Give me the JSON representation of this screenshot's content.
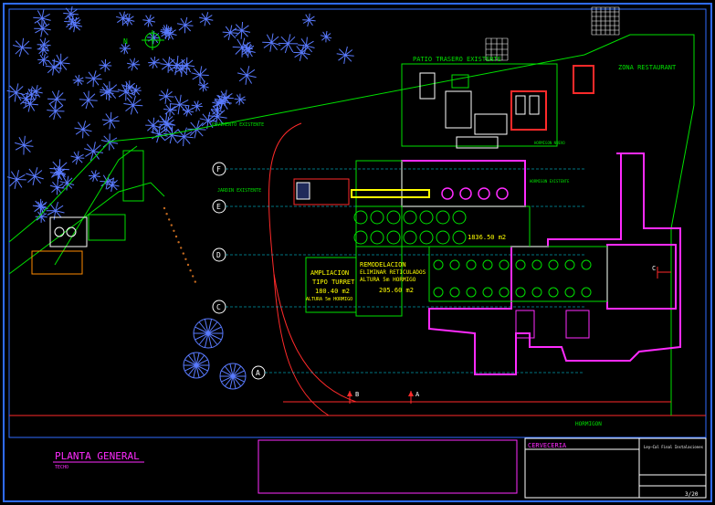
{
  "drawing": {
    "title": "PLANTA GENERAL",
    "title_sub": "TECHO",
    "compass_label": "N"
  },
  "zones": {
    "patio": "PATIO TRASERO EXISTENTE",
    "restaurant": "ZONA RESTAURANT",
    "pavimento": "PAVIMENTO EXISTENTE",
    "jardin": "JARDIN EXISTENTE",
    "hormigon": "HORMIGON",
    "hormigon_nuevo": "HORMIGON NUEVO",
    "hormigon_existente": "HORMIGON EXISTENTE"
  },
  "ampliacion": {
    "line1": "AMPLIACION",
    "line2": "TIPO TURRET",
    "area": "180.40 m2",
    "height": "ALTURA 5m HORMIGO"
  },
  "remodelacion": {
    "line1": "REMODELACION",
    "line2": "ELIMINAR RETICULADOS",
    "line3": "ALTURA 5m HORMIGO",
    "area": "205.60 m2"
  },
  "area_total": "1836.50 m2",
  "grid_axes": [
    "F",
    "E",
    "D",
    "C",
    "A"
  ],
  "section_markers": [
    "B",
    "A",
    "C"
  ],
  "title_block": {
    "company": "CERVECERIA",
    "project": "Ley—Cal Final Instalaciones",
    "sheet": "3/20"
  },
  "colors": {
    "background": "#000000",
    "frame": "#2f6cff",
    "green": "#00e000",
    "cyan": "#00e5ff",
    "magenta": "#ff2bff",
    "yellow": "#ffff00",
    "red": "#ff2a2a",
    "white": "#ffffff",
    "tree": "#5a7bff"
  }
}
